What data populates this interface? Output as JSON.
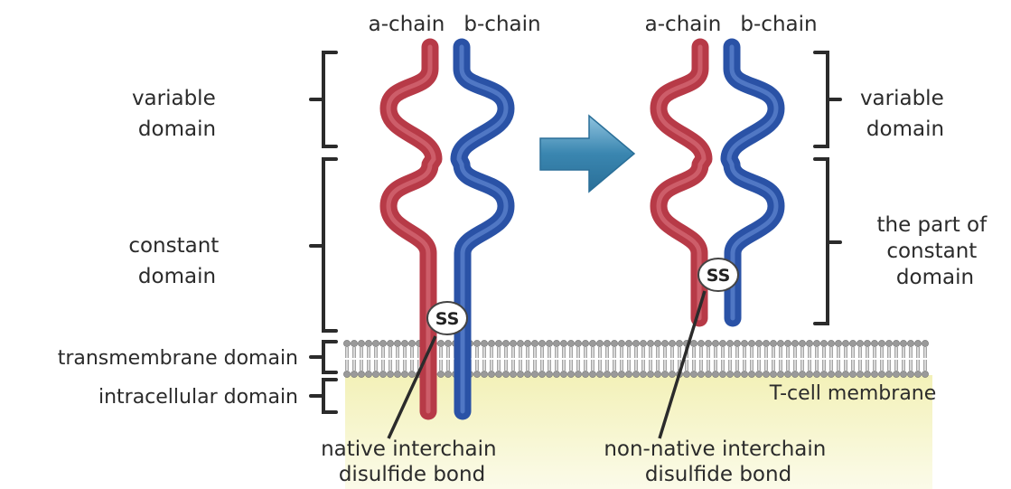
{
  "chain_labels": {
    "left_a": "a-chain",
    "left_b": "b-chain",
    "right_a": "a-chain",
    "right_b": "b-chain"
  },
  "left_domains": {
    "variable": [
      "variable",
      "domain"
    ],
    "constant": [
      "constant",
      "domain"
    ],
    "transmembrane": "transmembrane domain",
    "intracellular": "intracellular domain"
  },
  "right_domains": {
    "variable": [
      "variable",
      "domain"
    ],
    "partial_constant": [
      "the part of",
      "constant",
      "domain"
    ]
  },
  "membrane_label": "T-cell membrane",
  "disulfide": {
    "symbol": "SS",
    "native": [
      "native interchain",
      "disulfide bond"
    ],
    "non_native": [
      "non-native interchain",
      "disulfide bond"
    ]
  },
  "colors": {
    "a_chain": "#c8414f",
    "b_chain": "#2c58ad",
    "arrow": "#3a86b0",
    "membrane_fill": "#f6f4c8",
    "lipid": "#9a9a9a"
  }
}
